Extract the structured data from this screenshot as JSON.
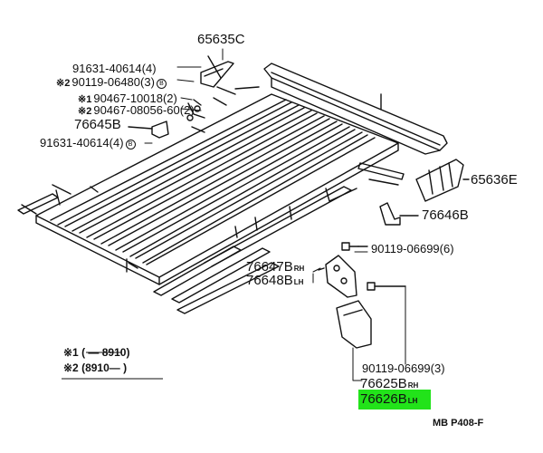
{
  "labels": {
    "p65635C": "65635C",
    "p91631_top": "91631-40614(4)",
    "p90119_06480": "90119-06480(3)",
    "p90119_06480_suffix": "B",
    "p90467_10018": "90467-10018(2)",
    "p90467_08056": "90467-08056-60(2)",
    "p76645B": "76645B",
    "p91631_mid": "91631-40614(4)",
    "p91631_mid_suffix": "B",
    "p65636E": "65636E",
    "p76646B": "76646B",
    "p90119_06699_6": "90119-06699(6)",
    "p76647B": "76647B",
    "p76647B_side": "RH",
    "p76648B": "76648B",
    "p76648B_side": "LH",
    "p90119_06699_3": "90119-06699(3)",
    "p76625B": "76625B",
    "p76625B_side": "RH",
    "p76626B": "76626B",
    "p76626B_side": "LH"
  },
  "marks": {
    "star2_a": "※2",
    "star1": "※1",
    "star2_b": "※2"
  },
  "legend": {
    "row1_mark": "※1",
    "row1_range": "( — 8910)",
    "row2_mark": "※2",
    "row2_range": "(8910— )"
  },
  "page_code": "MB P408-F",
  "colors": {
    "highlight": "#22e31a",
    "ink": "#111111"
  }
}
